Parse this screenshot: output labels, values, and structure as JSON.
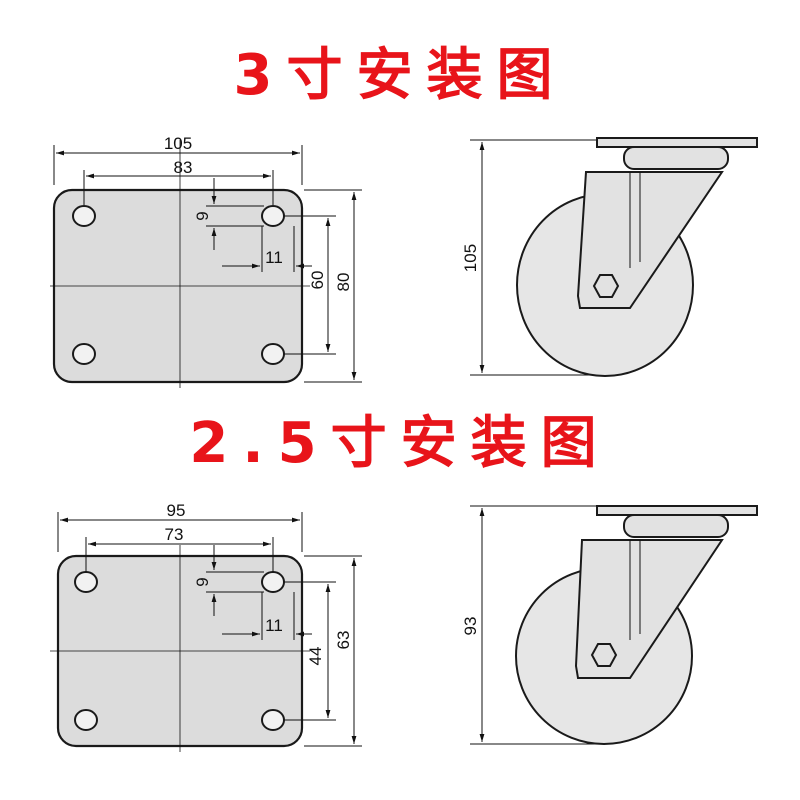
{
  "titles": {
    "top": "3寸安装图",
    "bottom": "2.5寸安装图"
  },
  "drawings": {
    "top": {
      "plate_width": "105",
      "hole_spacing_x": "83",
      "hole_offset_y": "9",
      "hole_offset_x": "11",
      "hole_spacing_y": "60",
      "plate_height": "80",
      "caster_height": "105"
    },
    "bottom": {
      "plate_width": "95",
      "hole_spacing_x": "73",
      "hole_offset_y": "9",
      "hole_offset_x": "11",
      "hole_spacing_y": "44",
      "plate_height": "63",
      "caster_height": "93"
    }
  },
  "colors": {
    "title": "#e8141a",
    "plate_fill": "#dcdcdc",
    "line": "#1a1a1a"
  }
}
